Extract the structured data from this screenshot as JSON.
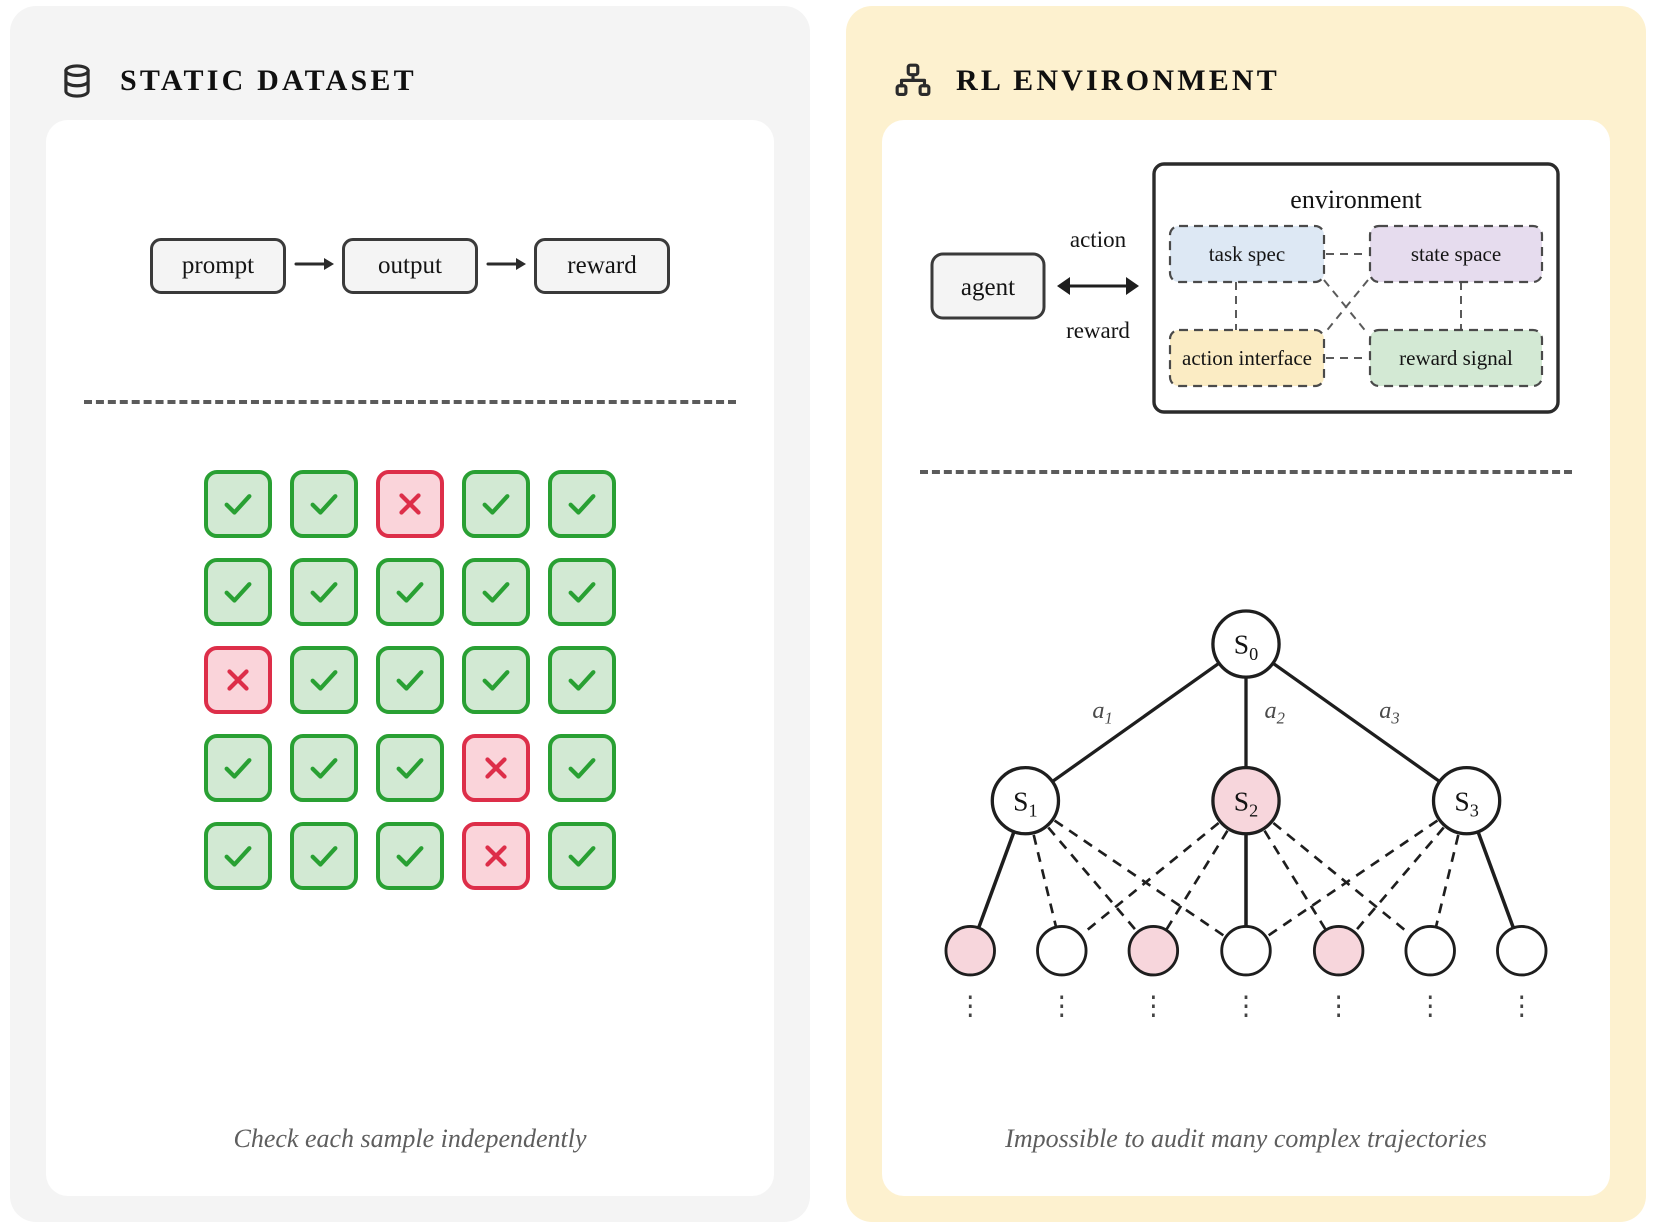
{
  "left_panel": {
    "icon": "database-icon",
    "title": "STATIC DATASET",
    "background": "#f4f4f4",
    "flow": {
      "nodes": [
        "prompt",
        "output",
        "reward"
      ],
      "arrow_icon": "arrow-right-icon"
    },
    "sample_grid": {
      "rows": 5,
      "cols": 5,
      "pass_icon": "check-icon",
      "fail_icon": "cross-icon",
      "pass_color": "#29a033",
      "pass_fill": "#d2e9d3",
      "fail_color": "#dd2e49",
      "fail_fill": "#fad4da",
      "cells": [
        [
          "pass",
          "pass",
          "fail",
          "pass",
          "pass"
        ],
        [
          "pass",
          "pass",
          "pass",
          "pass",
          "pass"
        ],
        [
          "fail",
          "pass",
          "pass",
          "pass",
          "pass"
        ],
        [
          "pass",
          "pass",
          "pass",
          "fail",
          "pass"
        ],
        [
          "pass",
          "pass",
          "pass",
          "fail",
          "pass"
        ]
      ]
    },
    "caption": "Check each sample independently"
  },
  "right_panel": {
    "icon": "sitemap-icon",
    "title": "RL ENVIRONMENT",
    "background": "#fdf1cf",
    "env_diagram": {
      "agent_label": "agent",
      "environment_label": "environment",
      "up_edge_label": "action",
      "down_edge_label": "reward",
      "components": [
        {
          "label": "task spec",
          "fill": "#dde8f4",
          "stroke": "#4a4a4a"
        },
        {
          "label": "state space",
          "fill": "#e6dcee",
          "stroke": "#4a4a4a"
        },
        {
          "label": "action interface",
          "fill": "#fbecc4",
          "stroke": "#4a4a4a"
        },
        {
          "label": "reward signal",
          "fill": "#d3e9d4",
          "stroke": "#4a4a4a"
        }
      ]
    },
    "tree": {
      "root": {
        "label": "S",
        "sub": "0",
        "fill": "#ffffff"
      },
      "level1": [
        {
          "label": "S",
          "sub": "1",
          "fill": "#ffffff",
          "edge_label": "a",
          "edge_sub": "1"
        },
        {
          "label": "S",
          "sub": "2",
          "fill": "#f7d6dc",
          "edge_label": "a",
          "edge_sub": "2"
        },
        {
          "label": "S",
          "sub": "3",
          "fill": "#ffffff",
          "edge_label": "a",
          "edge_sub": "3"
        }
      ],
      "leaves": [
        "#f7d6dc",
        "#ffffff",
        "#f7d6dc",
        "#ffffff",
        "#f7d6dc",
        "#ffffff",
        "#ffffff"
      ],
      "continuation_marker": "⋮"
    },
    "caption": "Impossible to audit many complex trajectories"
  }
}
